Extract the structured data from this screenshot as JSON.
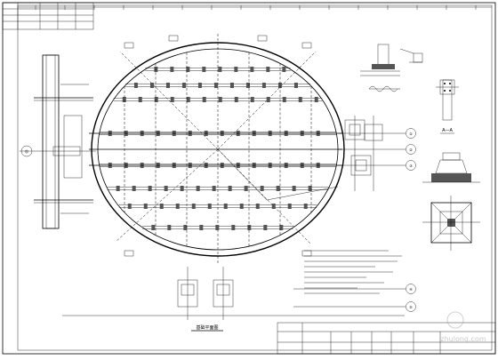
{
  "drawing": {
    "plan_title": "基础平面图",
    "section_label": "A—A",
    "grid_left_label": "①",
    "grid_bubbles": [
      "①",
      "②",
      "③",
      "④",
      "⑤"
    ],
    "watermark": "zhulong.com"
  }
}
